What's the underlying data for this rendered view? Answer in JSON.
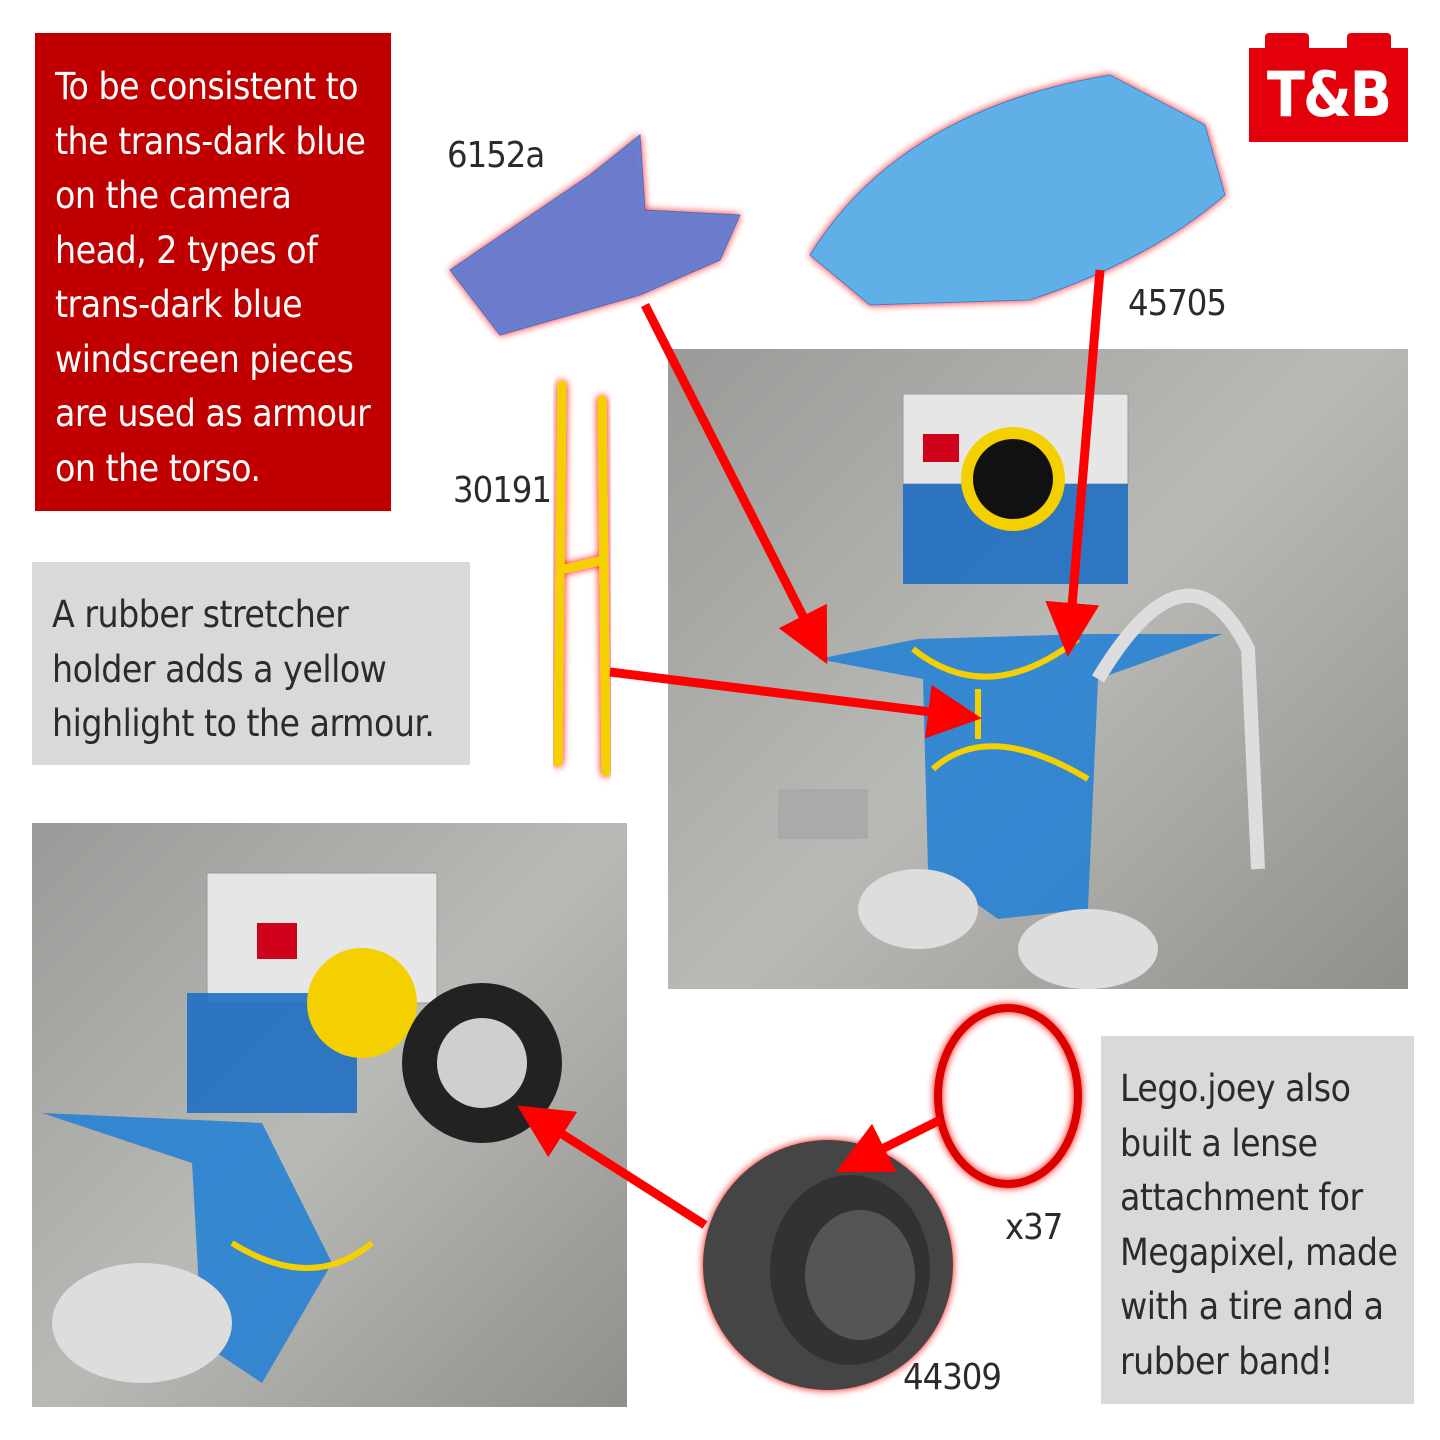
{
  "logo": {
    "text": "T&B"
  },
  "notes": {
    "windscreen": "To be consistent to the trans-dark blue on the camera head, 2 types of trans-dark blue windscreen pieces are used as armour on the torso.",
    "stretcher": "A rubber stretcher holder adds a yellow highlight to the armour.",
    "lens": "Lego.joey also built a lense attachment for Megapixel, made with a tire and a rubber band!"
  },
  "parts": {
    "windscreen_small": "6152a",
    "windscreen_large": "45705",
    "stretcher_holder": "30191",
    "tire": "44309",
    "rubber_band": "x37"
  },
  "colors": {
    "accent_red": "#c00000",
    "logo_red": "#e3000b",
    "note_gray": "#d9d9d9",
    "trans_blue": "#1e7fd6",
    "yellow": "#f5d000"
  }
}
